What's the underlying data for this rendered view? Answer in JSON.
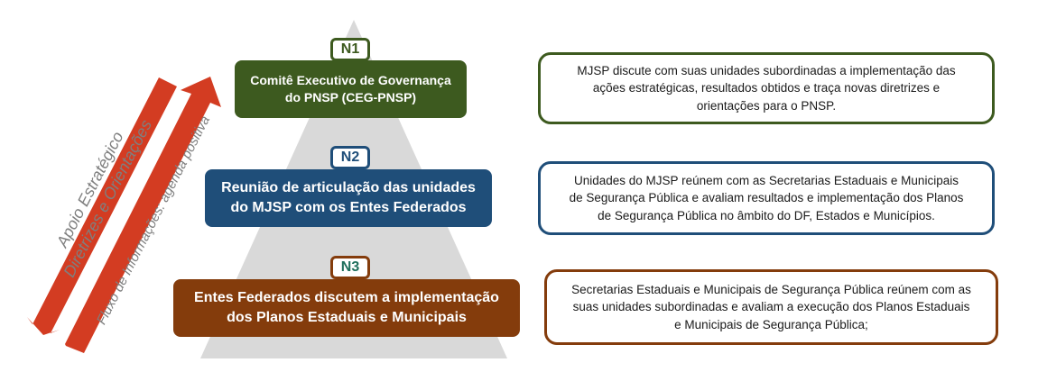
{
  "colors": {
    "n1": "#3d5a1f",
    "n2": "#1f4e79",
    "n3": "#843c0c",
    "n3_badge": "#1f6f5c",
    "pyramid": "#d9d9d9",
    "arrow": "#d33c22",
    "side_text": "#7f7f7f"
  },
  "levels": [
    {
      "badge": "N1",
      "title_line1": "Comitê Executivo de Governança",
      "title_line2": "do PNSP (CEG-PNSP)",
      "desc_line1": "MJSP discute com suas unidades subordinadas a implementação das",
      "desc_line2": "ações estratégicas, resultados obtidos e traça novas diretrizes e",
      "desc_line3": "orientações para o PNSP."
    },
    {
      "badge": "N2",
      "title_line1": "Reunião de articulação das unidades",
      "title_line2": "do MJSP com os Entes Federados",
      "desc_line1": "Unidades do MJSP reúnem com as Secretarias Estaduais e Municipais",
      "desc_line2": "de Segurança Pública e avaliam resultados e implementação dos Planos",
      "desc_line3": "de Segurança Pública no âmbito do DF, Estados e Municípios."
    },
    {
      "badge": "N3",
      "title_line1": "Entes Federados discutem a implementação",
      "title_line2": "dos Planos Estaduais e Municipais",
      "desc_line1": "Secretarias Estaduais e Municipais de Segurança Pública reúnem com as",
      "desc_line2": "suas unidades subordinadas e avaliam a execução dos Planos Estaduais",
      "desc_line3": "e Municipais de Segurança Pública;"
    }
  ],
  "side": {
    "down_line1": "Apoio Estratégico",
    "down_line2": "Diretrizes e Orientações",
    "up_label": "Fluxo de Informações: agenda positiva"
  }
}
